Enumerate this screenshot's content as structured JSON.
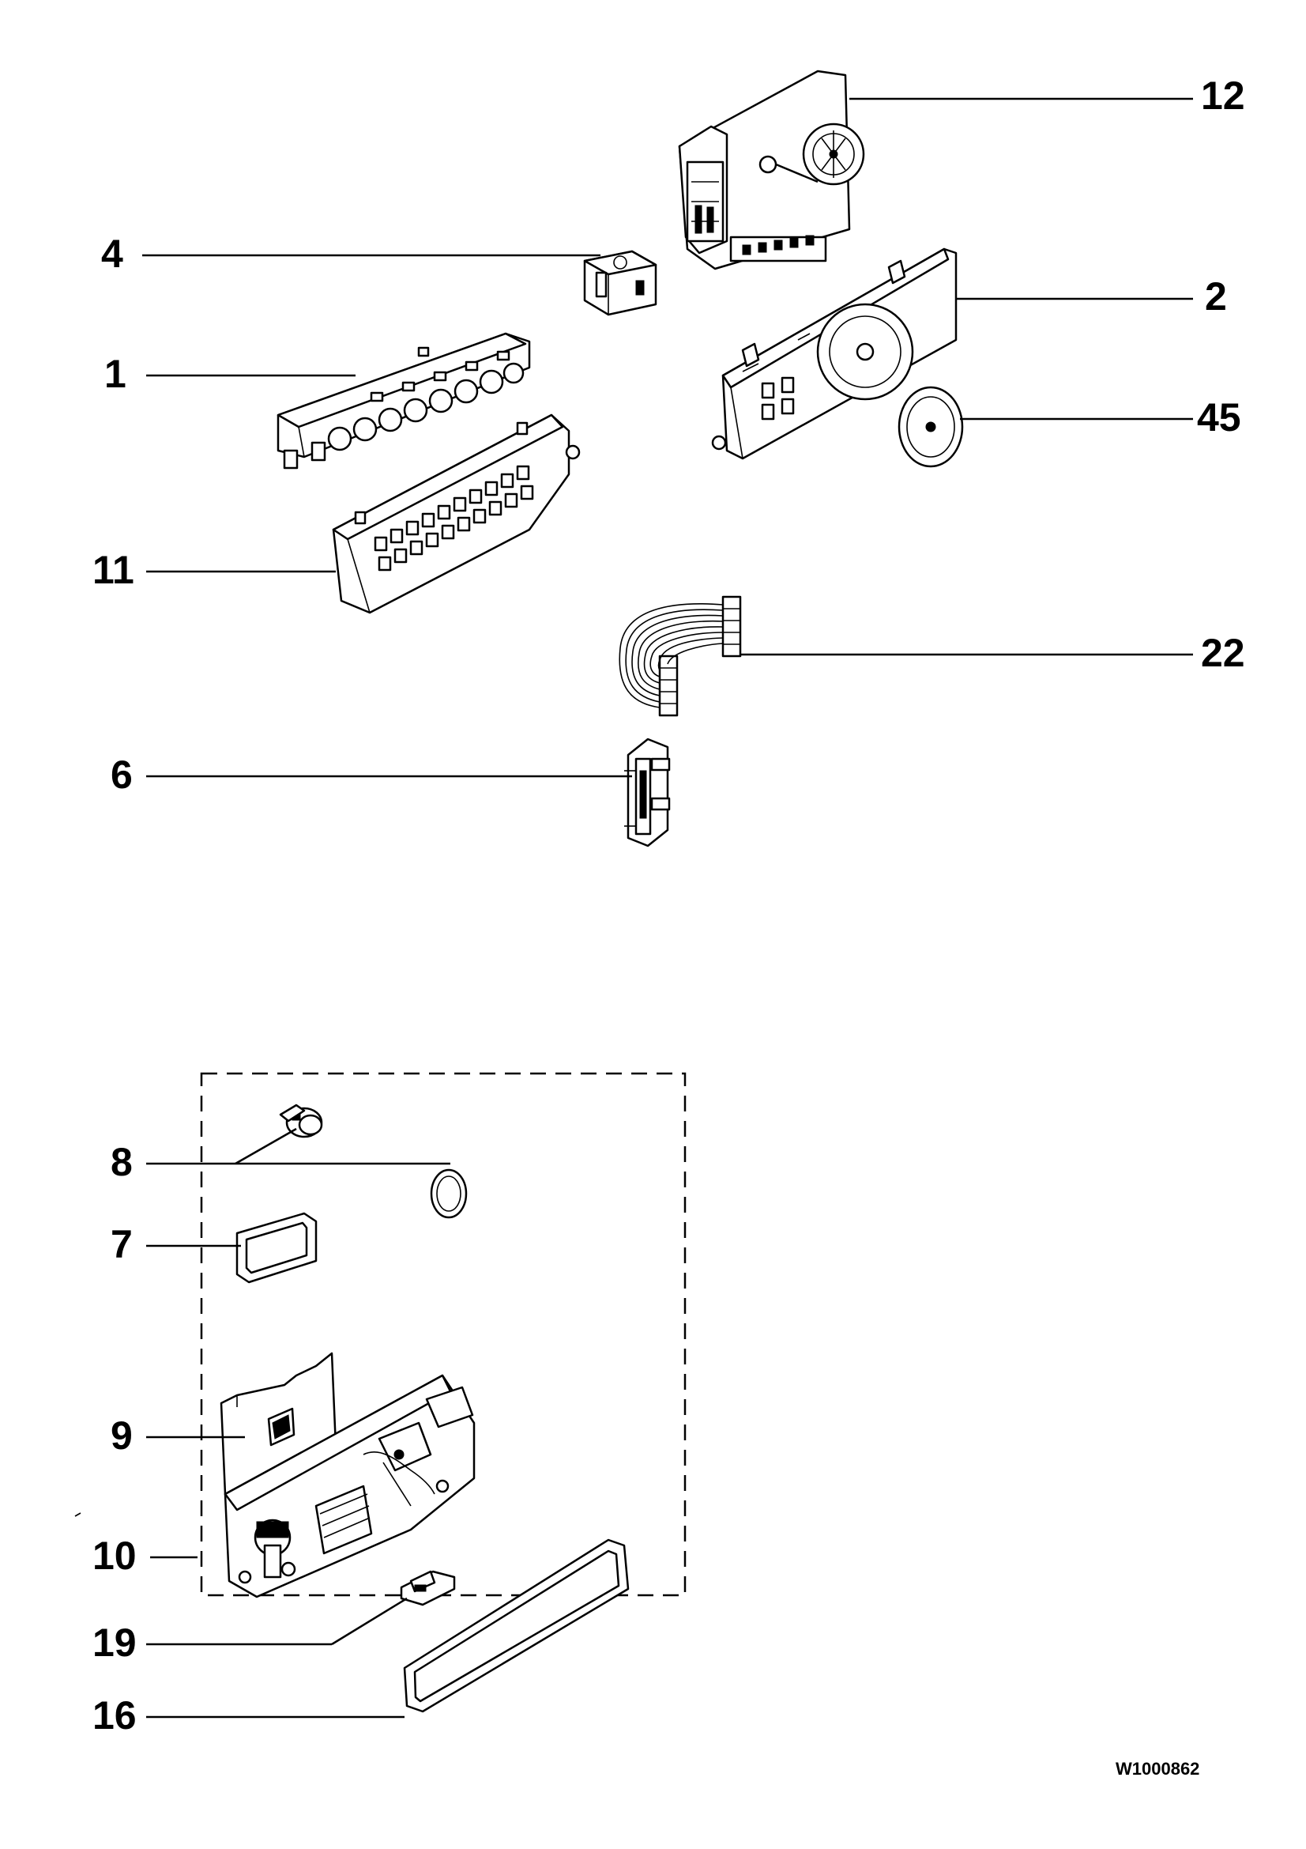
{
  "diagram": {
    "callouts": [
      {
        "id": "12",
        "label": "12"
      },
      {
        "id": "4",
        "label": "4"
      },
      {
        "id": "2",
        "label": "2"
      },
      {
        "id": "1",
        "label": "1"
      },
      {
        "id": "45",
        "label": "45"
      },
      {
        "id": "11",
        "label": "11"
      },
      {
        "id": "22",
        "label": "22"
      },
      {
        "id": "6",
        "label": "6"
      },
      {
        "id": "8",
        "label": "8"
      },
      {
        "id": "7",
        "label": "7"
      },
      {
        "id": "9",
        "label": "9"
      },
      {
        "id": "10",
        "label": "10"
      },
      {
        "id": "19",
        "label": "19"
      },
      {
        "id": "16",
        "label": "16"
      }
    ],
    "reference_code": "W1000862"
  }
}
